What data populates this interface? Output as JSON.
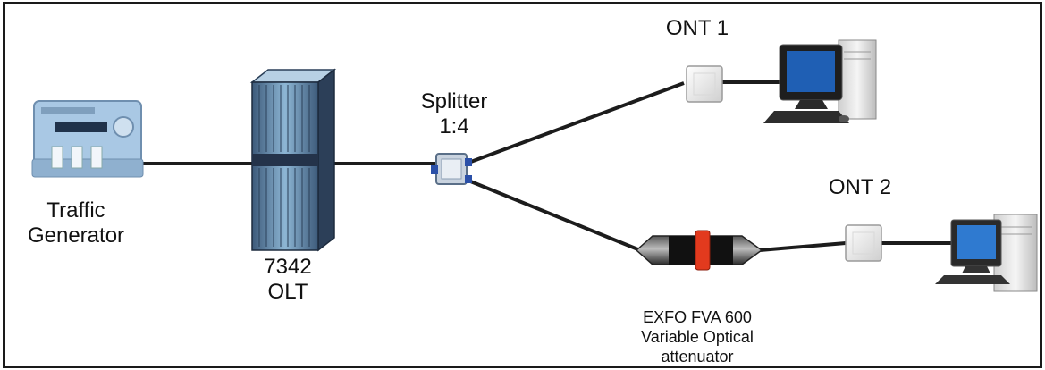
{
  "diagram": {
    "traffic_generator": {
      "line1": "Traffic",
      "line2": "Generator"
    },
    "olt": {
      "line1": "7342",
      "line2": "OLT"
    },
    "splitter": {
      "line1": "Splitter",
      "line2": "1:4"
    },
    "ont1": {
      "label": "ONT 1"
    },
    "ont2": {
      "label": "ONT 2"
    },
    "attenuator": {
      "line1": "EXFO FVA 600",
      "line2": "Variable Optical",
      "line3": "attenuator"
    }
  },
  "colors": {
    "frame": "#1a1a1a",
    "cable": "#1c1c1c",
    "olt_blue": "#7da9c9",
    "olt_dark": "#24334a",
    "generator_blue": "#a9c8e4",
    "attenuator_red": "#e23a1e",
    "screen_blue": "#1f5fb4"
  }
}
